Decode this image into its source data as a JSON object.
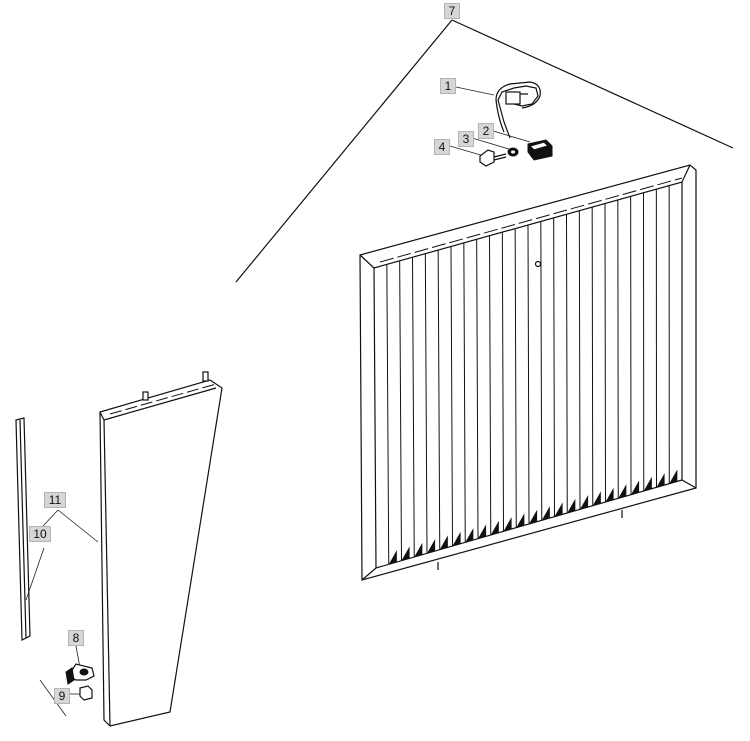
{
  "callouts": [
    {
      "id": "c7",
      "label": "7"
    },
    {
      "id": "c1",
      "label": "1"
    },
    {
      "id": "c2",
      "label": "2"
    },
    {
      "id": "c3",
      "label": "3"
    },
    {
      "id": "c4",
      "label": "4"
    },
    {
      "id": "c11",
      "label": "11"
    },
    {
      "id": "c10",
      "label": "10"
    },
    {
      "id": "c8",
      "label": "8"
    },
    {
      "id": "c9",
      "label": "9"
    }
  ],
  "colors": {
    "line": "#111111",
    "callout_bg": "#d6d6d6",
    "callout_border": "#b4b4b4",
    "background": "#ffffff"
  }
}
